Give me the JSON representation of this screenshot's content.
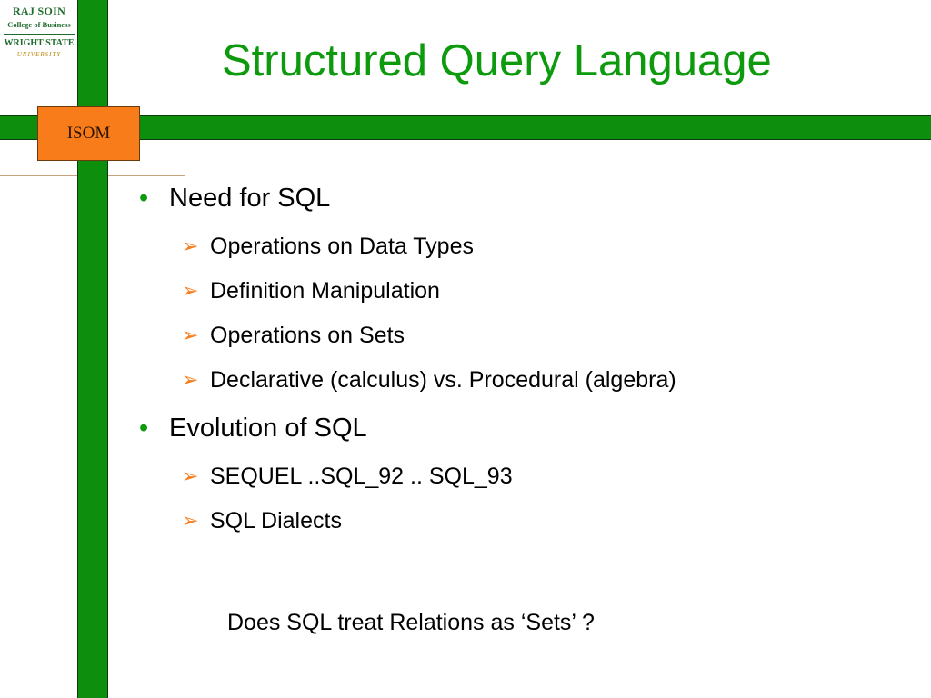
{
  "logo": {
    "line1": "RAJ SOIN",
    "line2": "College of Business",
    "line3": "WRIGHT STATE",
    "line4": "UNIVERSITY"
  },
  "badge": {
    "label": "ISOM"
  },
  "title": "Structured Query Language",
  "bullets": [
    {
      "text": "Need for SQL",
      "children": [
        "Operations on Data Types",
        "Definition Manipulation",
        "Operations on Sets",
        "Declarative (calculus) vs. Procedural (algebra)"
      ]
    },
    {
      "text": "Evolution of SQL",
      "children": [
        "SEQUEL ..SQL_92  .. SQL_93",
        "SQL Dialects"
      ]
    }
  ],
  "question": "Does SQL treat Relations as  ‘Sets’ ?",
  "colors": {
    "green": "#0d8f0d",
    "orange": "#f97c1b",
    "tan": "#c8a27a"
  },
  "icons": {
    "bullet": "•",
    "sub_bullet": "➢"
  }
}
